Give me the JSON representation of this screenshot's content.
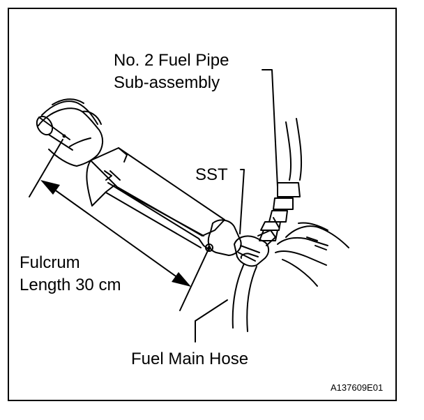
{
  "figure": {
    "labels": {
      "fuel_pipe_line1": "No. 2 Fuel Pipe",
      "fuel_pipe_line2": "Sub-assembly",
      "sst": "SST",
      "fulcrum_line1": "Fulcrum",
      "fulcrum_line2": "Length 30 cm",
      "fuel_main_hose": "Fuel Main Hose"
    },
    "figure_code": "A137609E01"
  }
}
